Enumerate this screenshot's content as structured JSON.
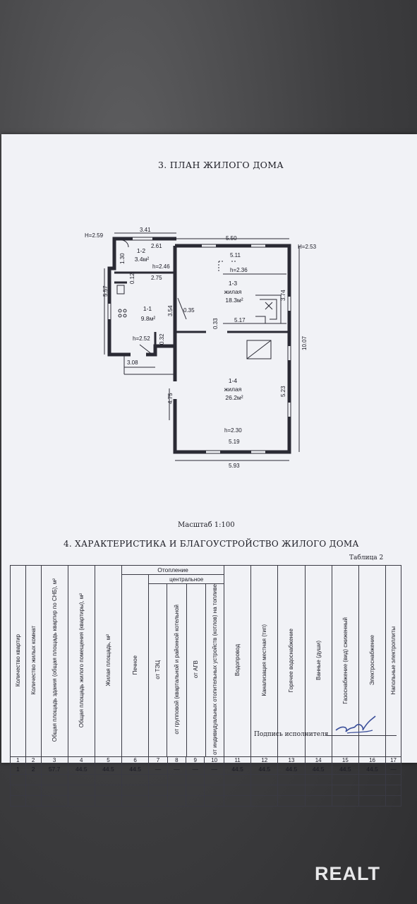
{
  "document": {
    "plan_title": "3. ПЛАН ЖИЛОГО ДОМА",
    "scale": "Масштаб 1:100",
    "section_title": "4. ХАРАКТЕРИСТИКА И БЛАГОУСТРОЙСТВО ЖИЛОГО ДОМА",
    "table_caption": "Таблица 2",
    "signature_label": "Подпись исполнителя"
  },
  "plan": {
    "dims": {
      "h_259": "H=2.59",
      "h_253": "H=2.53",
      "d341": "3.41",
      "d550": "5.50",
      "d261": "2.61",
      "d511": "5.11",
      "d130": "1.30",
      "d012": "0.12",
      "d246": "h=2.46",
      "d275": "2.75",
      "d557": "5.57",
      "d354": "3.54",
      "d035": "0.35",
      "d374": "3.74",
      "d033": "0.33",
      "d517": "5.17",
      "d252": "h=2.52",
      "d032": "0.32",
      "d308": "3.08",
      "d1007": "10.07",
      "d236": "h=2.36",
      "d475": "4.75",
      "d523": "5.23",
      "d230": "h=2.30",
      "d519": "5.19",
      "d593": "5.93"
    },
    "rooms": {
      "r12_id": "1-2",
      "r12_area": "3.4м²",
      "r11_id": "1-1",
      "r11_area": "9.8м²",
      "r13_id": "1-3",
      "r13_type": "жилая",
      "r13_area": "18.3м²",
      "r14_id": "1-4",
      "r14_type": "жилая",
      "r14_area": "26.2м²"
    }
  },
  "table": {
    "heating_header": "Отопление",
    "central_header": "центральное",
    "headers": {
      "c1": "Количество квартир",
      "c2": "Количество жилых комнат",
      "c3": "Общая площадь здания (общая площадь квартир по СНБ), м²",
      "c4": "Общая площадь жилого помещения (квартиры), м²",
      "c5": "Жилая площадь, м²",
      "c6": "Печное",
      "c7": "от ТЭЦ",
      "c8": "от групповой (квартальной и районной котельной",
      "c9": "от АГВ",
      "c10": "от индивидуальных отопительных устройств (котлов) на топливе",
      "c11": "Водопровод",
      "c12": "Канализация местная (тип)",
      "c13": "Горячее водоснабжение",
      "c14": "Ванные (души)",
      "c15": "Газоснабжение (вид) сжиженный",
      "c16": "Электроснабжение",
      "c17": "Напольные электроплиты"
    },
    "col_numbers": [
      "1",
      "2",
      "3",
      "4",
      "5",
      "6",
      "7",
      "8",
      "9",
      "10",
      "11",
      "12",
      "13",
      "14",
      "15",
      "16",
      "17"
    ],
    "row1": [
      "1",
      "2",
      "57.7",
      "44.5",
      "44.5",
      "44.5",
      "—",
      "—",
      "—",
      "—",
      "44.5",
      "44.5",
      "44.5",
      "44.5",
      "44.5",
      "44.5",
      "—"
    ]
  },
  "watermark": "REALT"
}
